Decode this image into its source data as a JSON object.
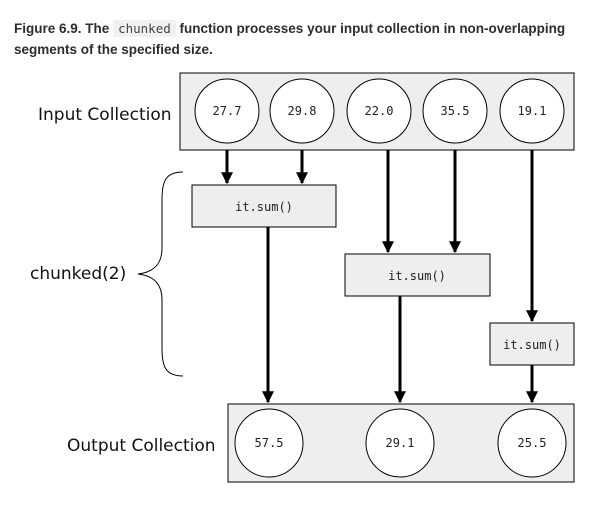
{
  "caption": {
    "figure_number": "Figure 6.9.",
    "text_before": "The",
    "code": "chunked",
    "text_after": "function processes your input collection in non-overlapping segments of the specified size."
  },
  "labels": {
    "input": "Input Collection",
    "chunked": "chunked(2)",
    "output": "Output Collection"
  },
  "inputs": [
    "27.7",
    "29.8",
    "22.0",
    "35.5",
    "19.1"
  ],
  "operation_label": "it.sum()",
  "outputs": [
    "57.5",
    "29.1",
    "25.5"
  ],
  "colors": {
    "box_fill": "#eeeeee",
    "stroke": "#000000"
  }
}
